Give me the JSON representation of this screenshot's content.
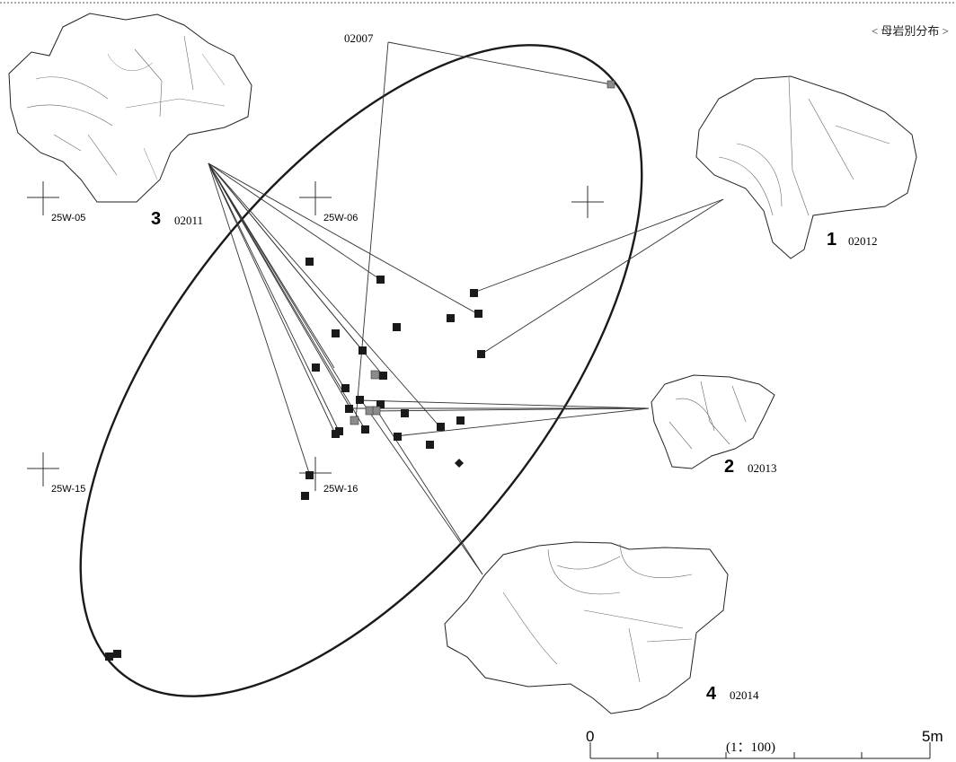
{
  "header": {
    "title": "< 母岩別分布 >"
  },
  "grid_labels": [
    "25W-05",
    "25W-06",
    "25W-15",
    "25W-16"
  ],
  "callout": {
    "label": "02007"
  },
  "artifacts": [
    {
      "number": "1",
      "code": "02012"
    },
    {
      "number": "2",
      "code": "02013"
    },
    {
      "number": "3",
      "code": "02011"
    },
    {
      "number": "4",
      "code": "02014"
    }
  ],
  "scale_bar": {
    "start": "0",
    "end": "5m",
    "ratio": "(1：100)"
  },
  "colors": {
    "black_point": "#1a1a1a",
    "gray_point": "#8c8c8c",
    "line": "#333333"
  }
}
